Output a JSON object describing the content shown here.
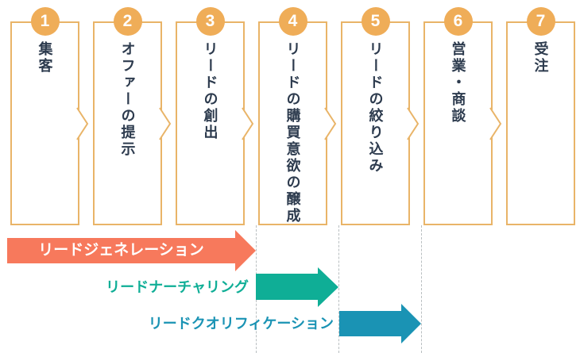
{
  "steps": [
    {
      "number": "1",
      "label": "集客"
    },
    {
      "number": "2",
      "label": "オファーの提示"
    },
    {
      "number": "3",
      "label": "リードの創出"
    },
    {
      "number": "4",
      "label": "リードの購買意欲の醸成"
    },
    {
      "number": "5",
      "label": "リードの絞り込み"
    },
    {
      "number": "6",
      "label": "営業・商談"
    },
    {
      "number": "7",
      "label": "受注"
    }
  ],
  "phases": [
    {
      "label": "リードジェネレーション",
      "color": "#F7795C",
      "spans_steps": "1-3"
    },
    {
      "label": "リードナーチャリング",
      "color": "#0FAE96",
      "spans_steps": "4"
    },
    {
      "label": "リードクオリフィケーション",
      "color": "#1A93B4",
      "spans_steps": "5"
    }
  ],
  "colors": {
    "border_orange": "#E9B468",
    "circle_orange": "#EFAD58",
    "step_text": "#2D3B4E",
    "phase1": "#F7795C",
    "phase2": "#0FAE96",
    "phase3": "#1A93B4",
    "dash_grey": "#B9BFC1"
  }
}
